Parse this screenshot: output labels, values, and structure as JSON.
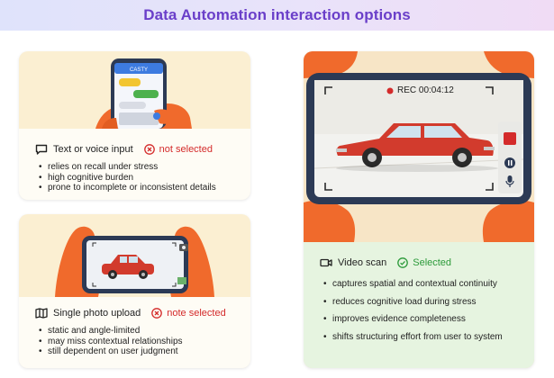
{
  "header": {
    "title": "Data Automation interaction options"
  },
  "phone_chat": {
    "app_title": "CASTY"
  },
  "text_voice": {
    "label": "Text or voice input",
    "status": "not selected",
    "points": [
      "relies on recall under stress",
      "high cognitive burden",
      "prone to incomplete or inconsistent details"
    ]
  },
  "photo": {
    "label": "Single photo upload",
    "status": "note selected",
    "points": [
      "static and angle-limited",
      "may miss contextual relationships",
      "still dependent on user judgment"
    ]
  },
  "video": {
    "rec_label": "REC 00:04:12",
    "label": "Video scan",
    "status": "Selected",
    "points": [
      "captures spatial and contextual continuity",
      "reduces cognitive load during stress",
      "improves evidence completeness",
      "shifts structuring effort from user to system"
    ]
  },
  "colors": {
    "title": "#6a3fc9",
    "not_selected": "#d42b2b",
    "selected": "#2c9a3a",
    "hand": "#f06a2c",
    "car": "#d23b2d"
  }
}
